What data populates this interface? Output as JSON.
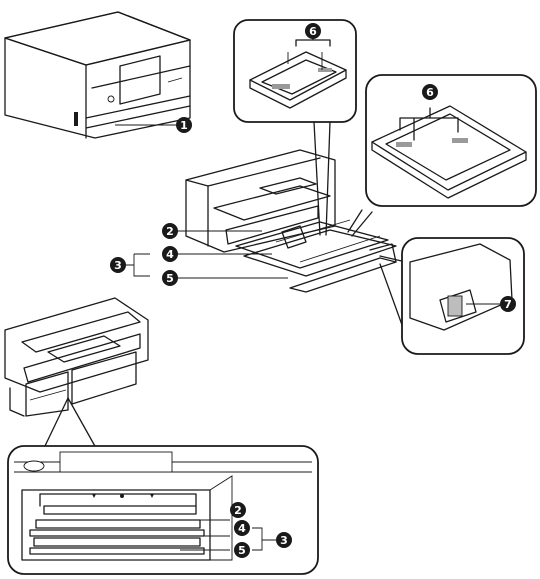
{
  "callouts": {
    "c1": "1",
    "c2_middle": "2",
    "c3_middle": "3",
    "c4_middle": "4",
    "c5_middle": "5",
    "c6_top": "6",
    "c6_right": "6",
    "c7": "7",
    "c2_bottom": "2",
    "c3_bottom": "3",
    "c4_bottom": "4",
    "c5_bottom": "5"
  },
  "colors": {
    "line": "#1a1a1a",
    "callout_fill": "#1a1a1a",
    "callout_text": "#ffffff",
    "printer_body": "#f2f2f2",
    "printer_shade": "#d9d9d9",
    "tray_shade": "#9a9a9a"
  },
  "icons": [
    "printer-illustration",
    "paper-cassette-illustration",
    "detail-panel"
  ]
}
